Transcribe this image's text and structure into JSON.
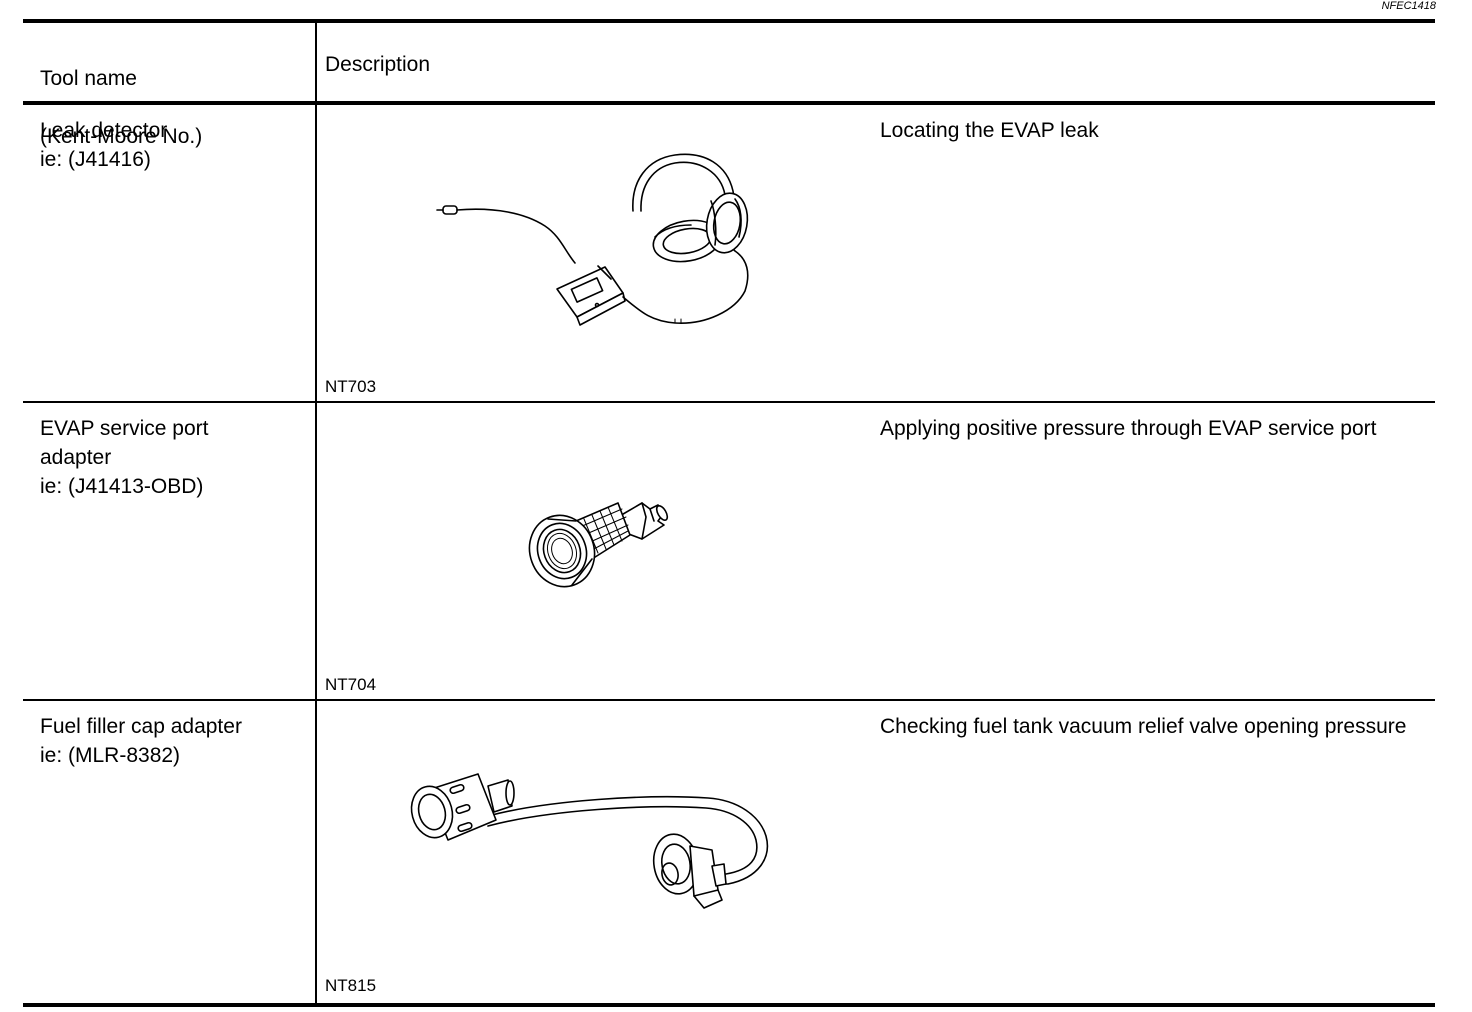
{
  "doc_id": "NFEC1418",
  "header": {
    "tool_name_line1": "Tool name",
    "tool_name_line2": "(Kent-Moore No.)",
    "description": "Description"
  },
  "rows": [
    {
      "name_lines": [
        "Leak detector",
        "ie: (J41416)"
      ],
      "description": "Locating the EVAP leak",
      "figure_code": "NT703",
      "icon": "leak-detector-headphones-illustration"
    },
    {
      "name_lines": [
        "EVAP service port",
        "adapter",
        "ie: (J41413-OBD)"
      ],
      "description": "Applying positive pressure through EVAP service port",
      "figure_code": "NT704",
      "icon": "service-port-adapter-illustration"
    },
    {
      "name_lines": [
        "Fuel filler cap adapter",
        "ie: (MLR-8382)"
      ],
      "description": "Checking fuel tank vacuum relief valve opening pressure",
      "figure_code": "NT815",
      "icon": "fuel-filler-cap-adapter-illustration"
    }
  ]
}
